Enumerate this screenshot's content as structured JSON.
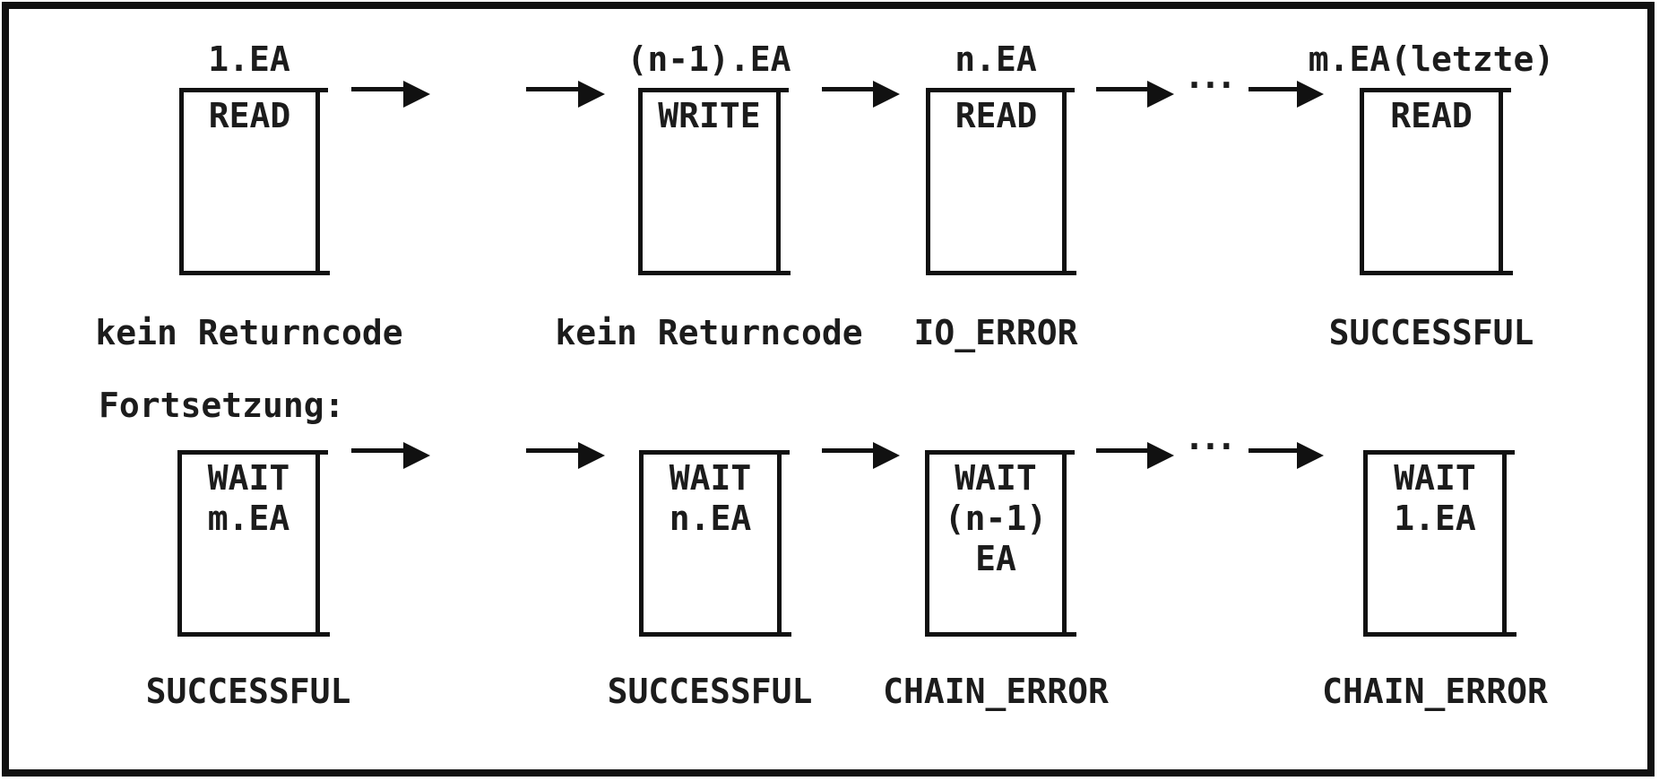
{
  "figure": {
    "background": "#ffffff",
    "ink": "#1c1c1c",
    "row1": {
      "boxes": [
        {
          "title": "1.EA",
          "operation": "READ",
          "returncode": "kein Returncode"
        },
        {
          "title": "(n-1).EA",
          "operation": "WRITE",
          "returncode": "kein Returncode"
        },
        {
          "title": "n.EA",
          "operation": "READ",
          "returncode": "IO_ERROR"
        },
        {
          "title": "m.EA(letzte)",
          "operation": "READ",
          "returncode": "SUCCESSFUL"
        }
      ],
      "ellipsis": "···"
    },
    "row2": {
      "label": "Fortsetzung:",
      "boxes": [
        {
          "operation": "WAIT\nm.EA",
          "returncode": "SUCCESSFUL"
        },
        {
          "operation": "WAIT\nn.EA",
          "returncode": "SUCCESSFUL"
        },
        {
          "operation": "WAIT\n(n-1)\nEA",
          "returncode": "CHAIN_ERROR"
        },
        {
          "operation": "WAIT\n1.EA",
          "returncode": "CHAIN_ERROR"
        }
      ],
      "ellipsis": "···"
    }
  }
}
